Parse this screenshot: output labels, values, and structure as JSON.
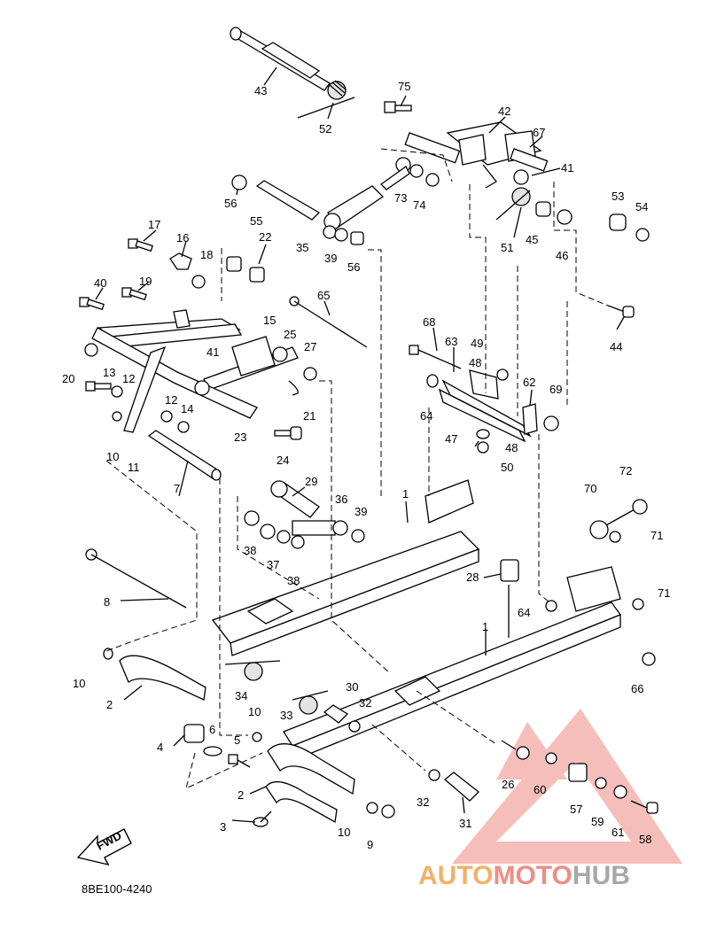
{
  "diagram": {
    "drawing_code": "8BE100-4240",
    "fwd_label": "FWD",
    "callouts": [
      {
        "id": "c43",
        "n": "43"
      },
      {
        "id": "c52",
        "n": "52"
      },
      {
        "id": "c75",
        "n": "75"
      },
      {
        "id": "c42",
        "n": "42"
      },
      {
        "id": "c67",
        "n": "67"
      },
      {
        "id": "c41a",
        "n": "41"
      },
      {
        "id": "c56a",
        "n": "56"
      },
      {
        "id": "c55",
        "n": "55"
      },
      {
        "id": "c73",
        "n": "73"
      },
      {
        "id": "c74",
        "n": "74"
      },
      {
        "id": "c51",
        "n": "51"
      },
      {
        "id": "c45",
        "n": "45"
      },
      {
        "id": "c46",
        "n": "46"
      },
      {
        "id": "c53",
        "n": "53"
      },
      {
        "id": "c54",
        "n": "54"
      },
      {
        "id": "c17",
        "n": "17"
      },
      {
        "id": "c16",
        "n": "16"
      },
      {
        "id": "c22",
        "n": "22"
      },
      {
        "id": "c18",
        "n": "18"
      },
      {
        "id": "c35",
        "n": "35"
      },
      {
        "id": "c39a",
        "n": "39"
      },
      {
        "id": "c56b",
        "n": "56"
      },
      {
        "id": "c40",
        "n": "40"
      },
      {
        "id": "c19",
        "n": "19"
      },
      {
        "id": "c65",
        "n": "65"
      },
      {
        "id": "c44",
        "n": "44"
      },
      {
        "id": "c15",
        "n": "15"
      },
      {
        "id": "c25",
        "n": "25"
      },
      {
        "id": "c27",
        "n": "27"
      },
      {
        "id": "c41b",
        "n": "41"
      },
      {
        "id": "c68",
        "n": "68"
      },
      {
        "id": "c63",
        "n": "63"
      },
      {
        "id": "c49",
        "n": "49"
      },
      {
        "id": "c48a",
        "n": "48"
      },
      {
        "id": "c62",
        "n": "62"
      },
      {
        "id": "c69",
        "n": "69"
      },
      {
        "id": "c20",
        "n": "20"
      },
      {
        "id": "c13",
        "n": "13"
      },
      {
        "id": "c12a",
        "n": "12"
      },
      {
        "id": "c12b",
        "n": "12"
      },
      {
        "id": "c14",
        "n": "14"
      },
      {
        "id": "c21",
        "n": "21"
      },
      {
        "id": "c64a",
        "n": "64"
      },
      {
        "id": "c47",
        "n": "47"
      },
      {
        "id": "c48b",
        "n": "48"
      },
      {
        "id": "c10a",
        "n": "10"
      },
      {
        "id": "c11",
        "n": "11"
      },
      {
        "id": "c23",
        "n": "23"
      },
      {
        "id": "c24",
        "n": "24"
      },
      {
        "id": "c50",
        "n": "50"
      },
      {
        "id": "c7",
        "n": "7"
      },
      {
        "id": "c29",
        "n": "29"
      },
      {
        "id": "c36",
        "n": "36"
      },
      {
        "id": "c39b",
        "n": "39"
      },
      {
        "id": "c1a",
        "n": "1"
      },
      {
        "id": "c72",
        "n": "72"
      },
      {
        "id": "c70",
        "n": "70"
      },
      {
        "id": "c71a",
        "n": "71"
      },
      {
        "id": "c38a",
        "n": "38"
      },
      {
        "id": "c37",
        "n": "37"
      },
      {
        "id": "c38b",
        "n": "38"
      },
      {
        "id": "c28",
        "n": "28"
      },
      {
        "id": "c8",
        "n": "8"
      },
      {
        "id": "c64b",
        "n": "64"
      },
      {
        "id": "c71b",
        "n": "71"
      },
      {
        "id": "c1b",
        "n": "1"
      },
      {
        "id": "c10b",
        "n": "10"
      },
      {
        "id": "c34",
        "n": "34"
      },
      {
        "id": "c66",
        "n": "66"
      },
      {
        "id": "c2a",
        "n": "2"
      },
      {
        "id": "c30",
        "n": "30"
      },
      {
        "id": "c33",
        "n": "33"
      },
      {
        "id": "c32a",
        "n": "32"
      },
      {
        "id": "c10c",
        "n": "10"
      },
      {
        "id": "c4",
        "n": "4"
      },
      {
        "id": "c6",
        "n": "6"
      },
      {
        "id": "c5",
        "n": "5"
      },
      {
        "id": "c26",
        "n": "26"
      },
      {
        "id": "c60",
        "n": "60"
      },
      {
        "id": "c57",
        "n": "57"
      },
      {
        "id": "c2b",
        "n": "2"
      },
      {
        "id": "c32b",
        "n": "32"
      },
      {
        "id": "c59",
        "n": "59"
      },
      {
        "id": "c61",
        "n": "61"
      },
      {
        "id": "c3",
        "n": "3"
      },
      {
        "id": "c10d",
        "n": "10"
      },
      {
        "id": "c9",
        "n": "9"
      },
      {
        "id": "c31",
        "n": "31"
      },
      {
        "id": "c58",
        "n": "58"
      }
    ]
  },
  "watermark": {
    "part1": "AUTO",
    "part2": "MOTO",
    "part3": "HUB",
    "colors": {
      "auto": "#f3b06a",
      "moto": "#ef8d86",
      "hub": "#a8a8a8",
      "triangle": "#f08a84"
    }
  }
}
